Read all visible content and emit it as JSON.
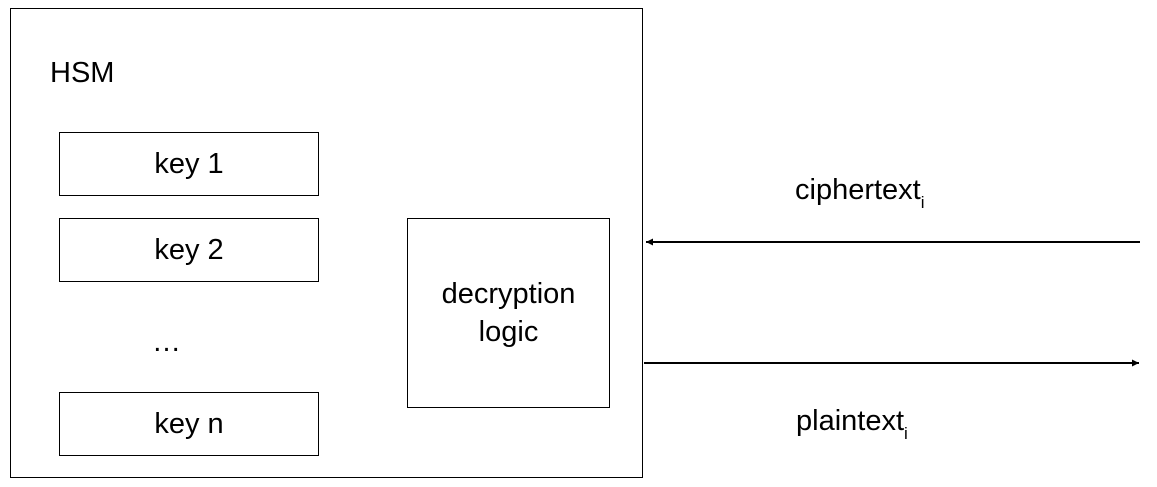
{
  "hsm": {
    "title": "HSM",
    "keys": [
      "key 1",
      "key 2",
      "key n"
    ],
    "ellipsis": "…",
    "logic_lines": [
      "decryption",
      "logic"
    ]
  },
  "flows": {
    "input": {
      "label": "ciphertext",
      "subscript": "i",
      "direction": "into-hsm"
    },
    "output": {
      "label": "plaintext",
      "subscript": "i",
      "direction": "out-of-hsm"
    }
  },
  "colors": {
    "stroke": "#000000",
    "background": "#ffffff"
  }
}
